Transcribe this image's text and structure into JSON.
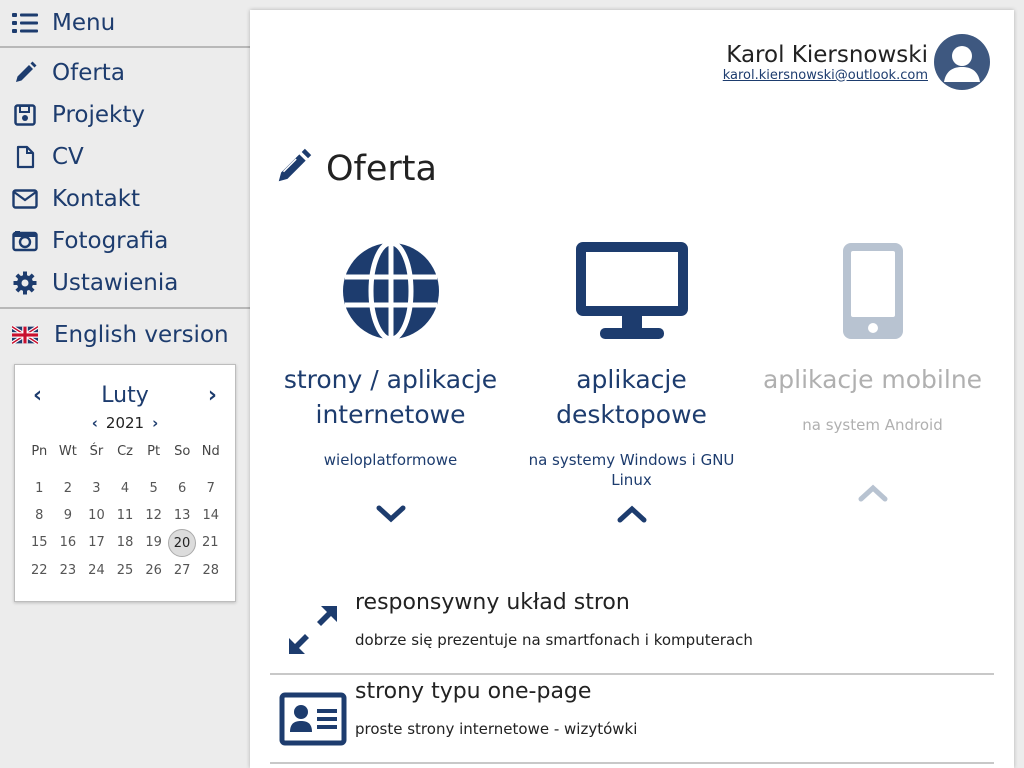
{
  "sidebar": {
    "menu_label": "Menu",
    "items": [
      {
        "label": "Oferta",
        "icon": "pencil-icon"
      },
      {
        "label": "Projekty",
        "icon": "floppy-icon"
      },
      {
        "label": "CV",
        "icon": "file-icon"
      },
      {
        "label": "Kontakt",
        "icon": "envelope-icon"
      },
      {
        "label": "Fotografia",
        "icon": "camera-icon"
      },
      {
        "label": "Ustawienia",
        "icon": "gear-icon"
      }
    ],
    "language_label": "English version"
  },
  "calendar": {
    "month": "Luty",
    "year": "2021",
    "weekdays": [
      "Pn",
      "Wt",
      "Śr",
      "Cz",
      "Pt",
      "So",
      "Nd"
    ],
    "weeks": [
      [
        "1",
        "2",
        "3",
        "4",
        "5",
        "6",
        "7"
      ],
      [
        "8",
        "9",
        "10",
        "11",
        "12",
        "13",
        "14"
      ],
      [
        "15",
        "16",
        "17",
        "18",
        "19",
        "20",
        "21"
      ],
      [
        "22",
        "23",
        "24",
        "25",
        "26",
        "27",
        "28"
      ]
    ],
    "today": "20"
  },
  "user": {
    "name": "Karol Kiersnowski",
    "email": "karol.kiersnowski@outlook.com"
  },
  "page": {
    "title": "Oferta"
  },
  "offers": [
    {
      "title": "strony / aplikacje internetowe",
      "sub": "wieloplatformowe",
      "icon": "globe-icon",
      "state": "collapsed"
    },
    {
      "title": "aplikacje desktopowe",
      "sub": "na systemy Windows i GNU Linux",
      "icon": "monitor-icon",
      "state": "expanded"
    },
    {
      "title": "aplikacje mobilne",
      "sub": "na system Android",
      "icon": "smartphone-icon",
      "state": "disabled"
    }
  ],
  "features": [
    {
      "title": "responsywny układ stron",
      "desc": "dobrze się prezentuje na smartfonach i komputerach",
      "icon": "expand-arrows-icon"
    },
    {
      "title": "strony typu one-page",
      "desc": "proste strony internetowe - wizytówki",
      "icon": "id-card-icon"
    }
  ],
  "colors": {
    "accent": "#1d3c6e",
    "disabled": "#b8c3d1",
    "background": "#ececec"
  }
}
